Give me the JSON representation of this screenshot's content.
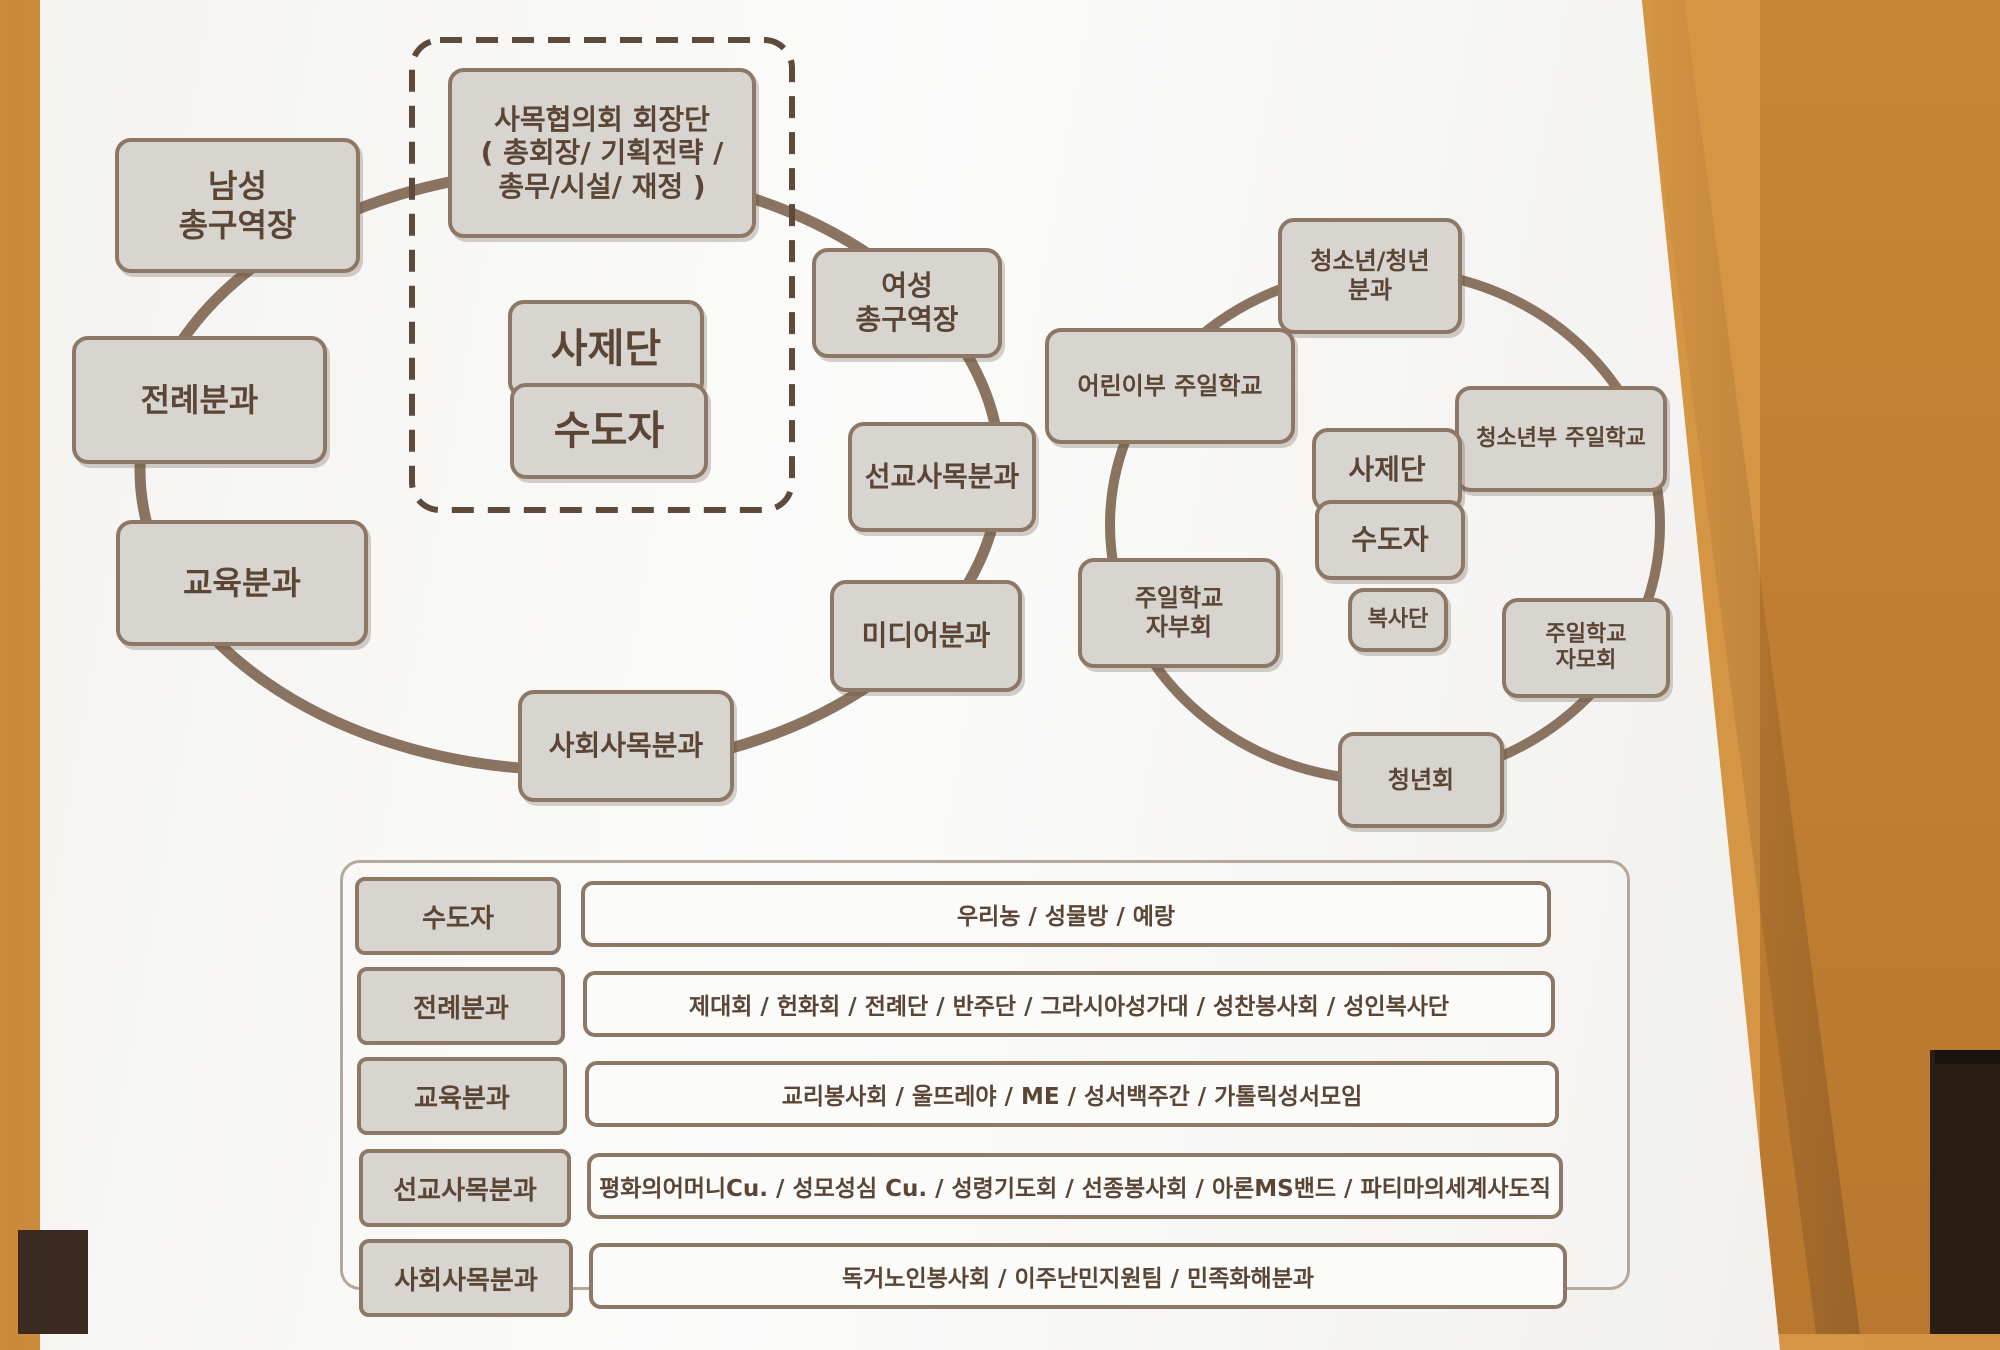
{
  "left_cluster": {
    "committee": "사목협의회 회장단\n( 총회장/ 기획전략 /\n총무/시설/ 재정 )",
    "priests": "사제단",
    "religious": "수도자",
    "male_leader": "남성\n총구역장",
    "female_leader": "여성\n총구역장",
    "liturgy": "전례분과",
    "education": "교육분과",
    "mission": "선교사목분과",
    "media": "미디어분과",
    "social": "사회사목분과"
  },
  "right_cluster": {
    "youth_section": "청소년/청년\n분과",
    "children_school": "어린이부 주일학교",
    "youth_school": "청소년부 주일학교",
    "priests": "사제단",
    "religious": "수도자",
    "altar_servers": "복사단",
    "sunday_school_teachers": "주일학교\n자부회",
    "sunday_school_parents": "주일학교\n자모회",
    "young_adults": "청년회"
  },
  "groups_table": [
    {
      "label": "수도자",
      "value": "우리농 / 성물방 / 예랑"
    },
    {
      "label": "전례분과",
      "value": "제대회 / 헌화회 / 전례단 / 반주단 / 그라시아성가대 / 성찬봉사회 / 성인복사단"
    },
    {
      "label": "교육분과",
      "value": "교리봉사회 / 울뜨레야 / ME / 성서백주간 / 가톨릭성서모임"
    },
    {
      "label": "선교사목분과",
      "value": "평화의어머니Cu. / 성모성심 Cu. / 성령기도회 / 선종봉사회 / 아론MS밴드 / 파티마의세계사도직"
    },
    {
      "label": "사회사목분과",
      "value": "독거노인봉사회 / 이주난민지원팀 / 민족화해분과"
    }
  ],
  "colors": {
    "box_fill": "#d8d5d1",
    "box_border": "#8d7866",
    "ring": "#8a7360",
    "text": "#5b4636"
  }
}
